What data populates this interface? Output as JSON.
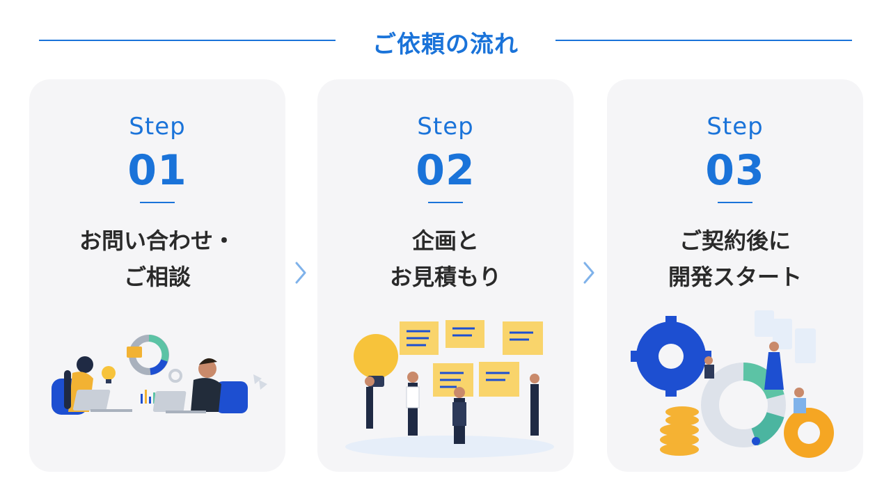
{
  "header": {
    "title": "ご依頼の流れ"
  },
  "steps": [
    {
      "word": "Step",
      "number": "01",
      "title_line1": "お問い合わせ・",
      "title_line2": "ご相談"
    },
    {
      "word": "Step",
      "number": "02",
      "title_line1": "企画と",
      "title_line2": "お見積もり"
    },
    {
      "word": "Step",
      "number": "03",
      "title_line1": "ご契約後に",
      "title_line2": "開発スタート"
    }
  ],
  "colors": {
    "accent": "#1a73d9",
    "card_bg": "#f5f5f7",
    "arrow": "#7fb2ea",
    "text_dark": "#2a2a2a"
  },
  "icons": [
    "chevron-right-icon",
    "chevron-right-icon"
  ]
}
